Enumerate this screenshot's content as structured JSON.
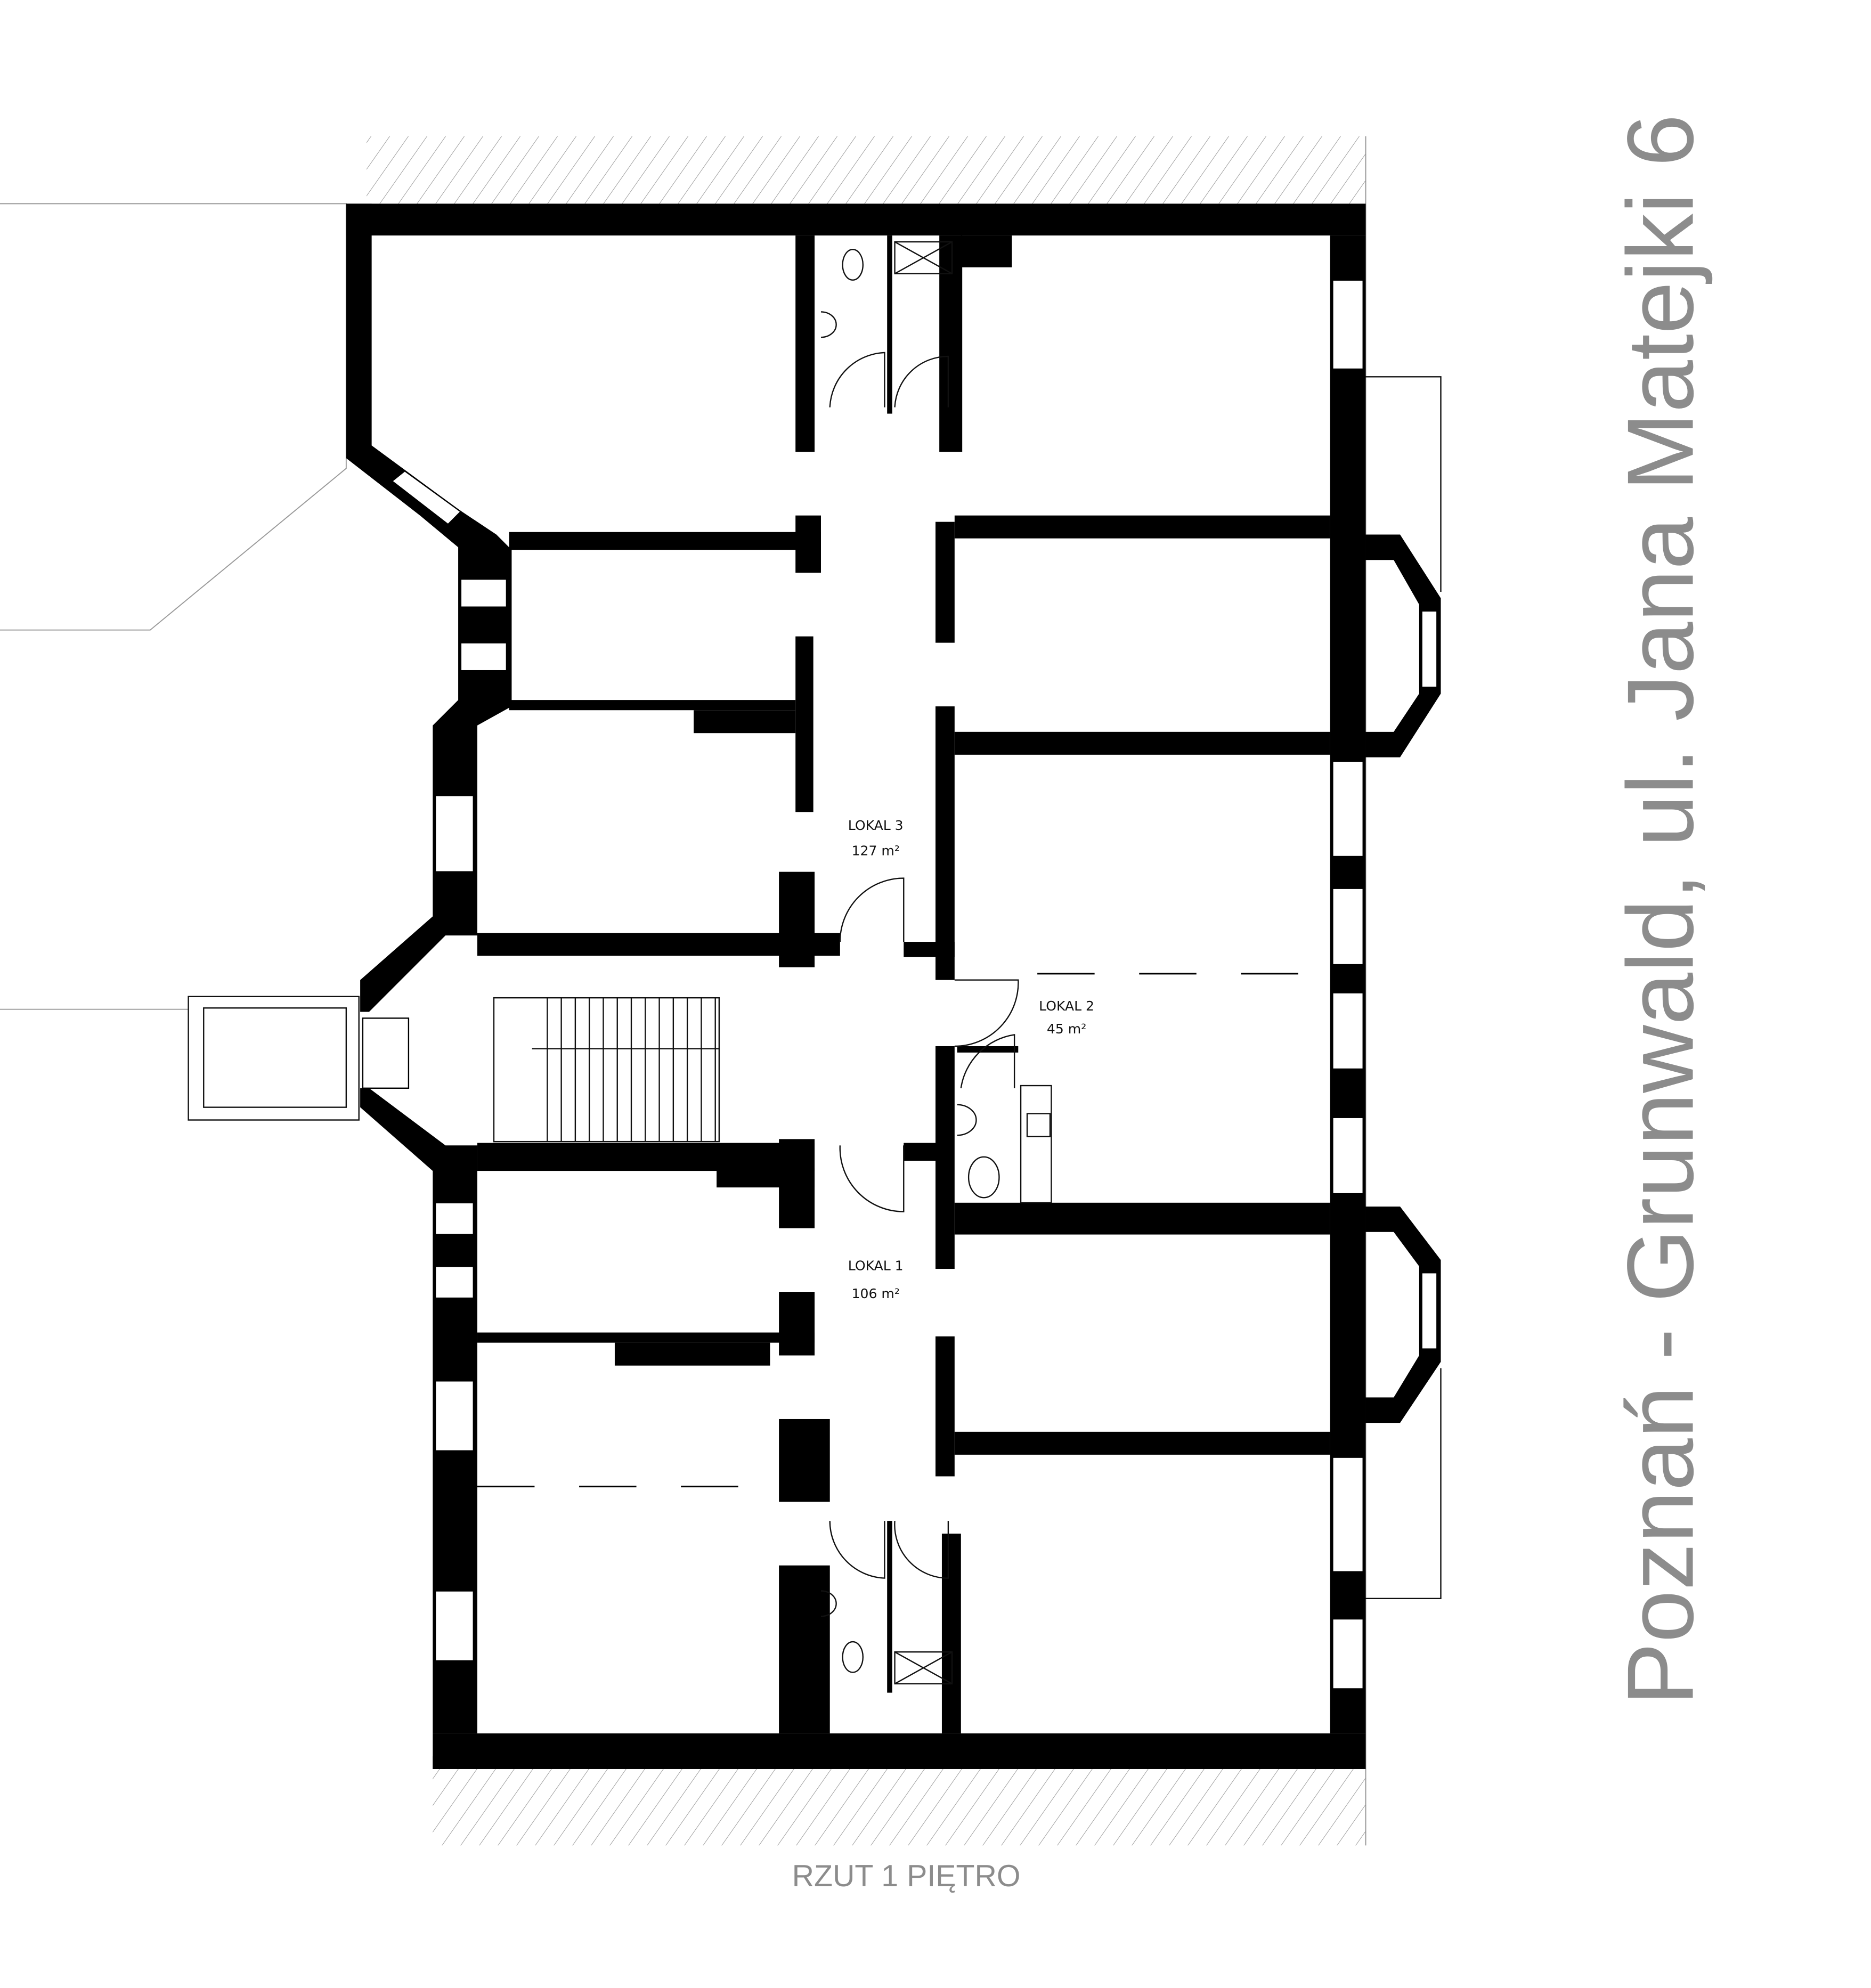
{
  "title": "Poznań - Grunwald, ul. Jana Matejki 6",
  "caption": "RZUT 1 PIĘTRO",
  "units": [
    {
      "name": "LOKAL 3",
      "area": "127 m²"
    },
    {
      "name": "LOKAL 2",
      "area": "45 m²"
    },
    {
      "name": "LOKAL 1",
      "area": "106 m²"
    }
  ],
  "colors": {
    "wall": "#000000",
    "text_grey": "#8c8c8c",
    "hatch": "#999999"
  }
}
